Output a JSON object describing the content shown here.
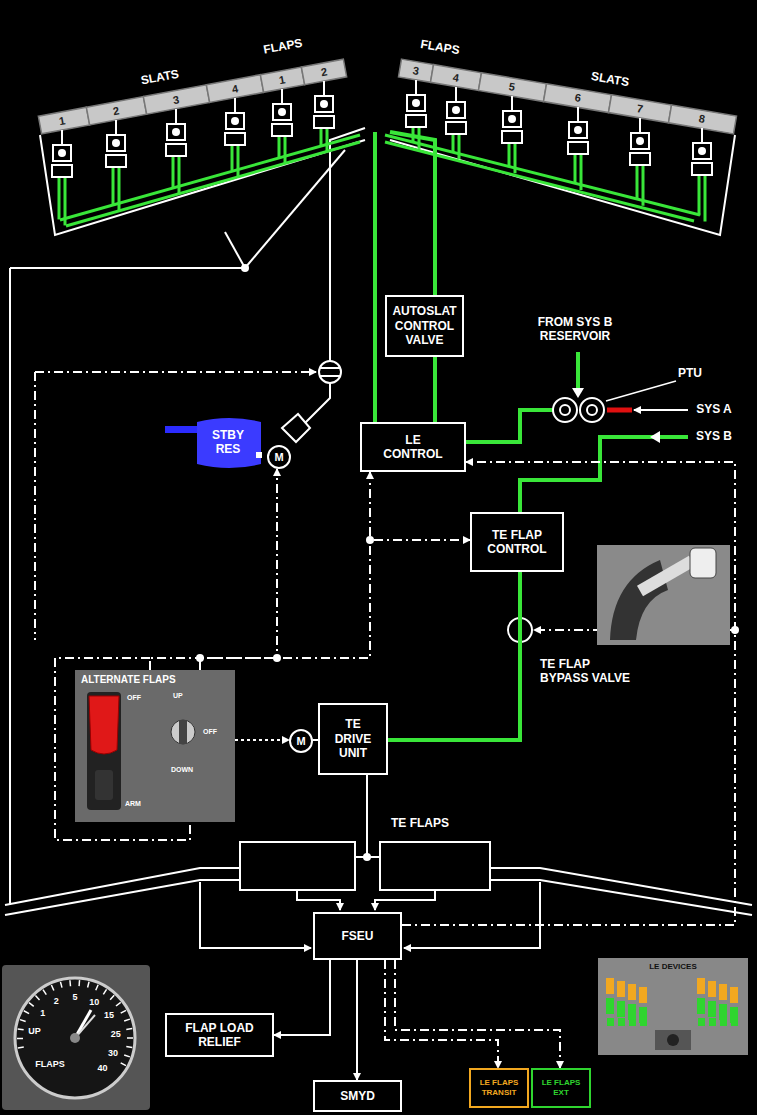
{
  "diagram": {
    "nodes": [
      {
        "text": [
          "AUTOSLAT CONTROL VALVE"
        ]
      },
      {
        "text": [
          "STBY RES"
        ]
      },
      {
        "text": [
          "LE CONTROL"
        ]
      },
      {
        "text": [
          "M"
        ]
      },
      {
        "text": [
          "TE FLAP CONTROL"
        ]
      },
      {
        "text": [
          "ALTERNATE FLAPS",
          "OFF",
          "ARM",
          "UP",
          "OFF",
          "DOWN"
        ]
      },
      {
        "text": [
          "M"
        ]
      },
      {
        "text": [
          "TE DRIVE UNIT"
        ]
      },
      {
        "text": [
          "FSEU"
        ]
      },
      {
        "text": [
          "FLAP LOAD RELIEF"
        ]
      },
      {
        "text": [
          "SMYD"
        ]
      },
      {
        "text": [
          "LE FLAPS TRANSIT"
        ]
      },
      {
        "text": [
          "LE FLAPS EXT"
        ]
      }
    ],
    "edges": [
      {
        "from": 0,
        "to": 2,
        "arrow": "none"
      },
      {
        "from": 5,
        "to": 6,
        "arrow": "to"
      },
      {
        "from": 6,
        "to": 7,
        "arrow": "none"
      },
      {
        "from": 4,
        "to": 7,
        "arrow": "none"
      },
      {
        "from": 8,
        "to": 9,
        "arrow": "to"
      },
      {
        "from": 8,
        "to": 10,
        "arrow": "to"
      },
      {
        "from": 8,
        "to": 11,
        "arrow": "to"
      },
      {
        "from": 8,
        "to": 12,
        "arrow": "to"
      },
      {
        "from": 8,
        "to": 2,
        "arrow": "to"
      },
      {
        "from": 5,
        "to": 3,
        "arrow": "to"
      },
      {
        "from": 5,
        "to": 2,
        "arrow": "to"
      },
      {
        "from": 5,
        "to": 4,
        "arrow": "to"
      }
    ],
    "labels": [
      "SLATS",
      "FLAPS",
      "1",
      "2",
      "3",
      "4",
      "1",
      "2",
      "FLAPS",
      "3",
      "4",
      "SLATS",
      "5",
      "6",
      "7",
      "8",
      "FROM SYS B RESERVOIR",
      "PTU",
      "SYS A",
      "SYS B",
      "TE FLAP BYPASS VALVE",
      "TE FLAPS",
      "FLAPS",
      "UP",
      "1",
      "2",
      "5",
      "10",
      "15",
      "25",
      "30",
      "40",
      "LE DEVICES"
    ]
  }
}
